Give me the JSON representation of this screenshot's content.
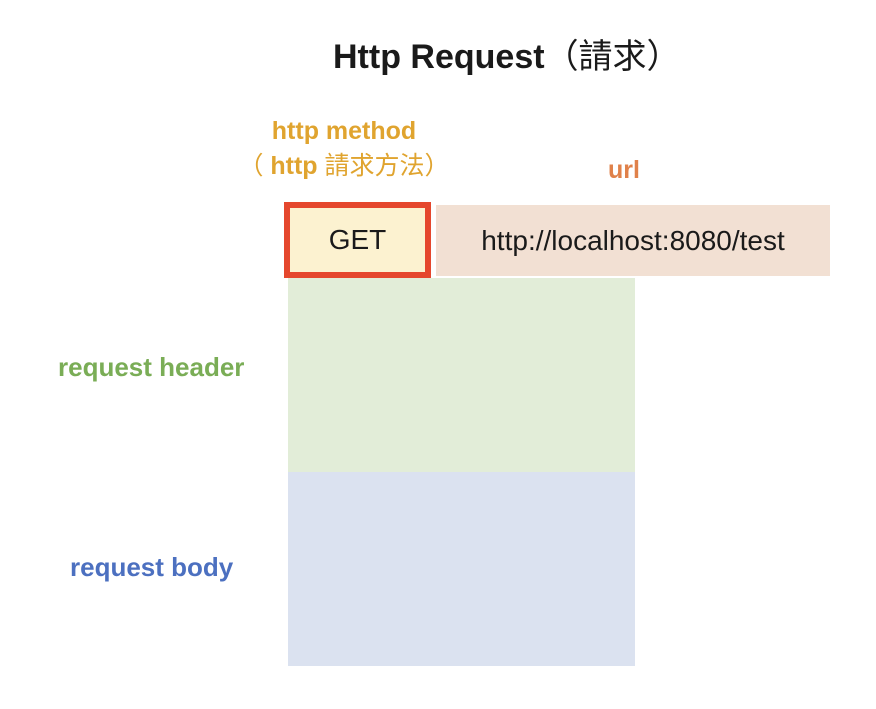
{
  "title": {
    "main": "Http Request",
    "annotation": "（請求）"
  },
  "labels": {
    "method": {
      "line1": "http method",
      "line2_prefix": "（ ",
      "line2_emphasis": "http",
      "line2_suffix": " 請求方法）"
    },
    "url": "url",
    "request_header": "request header",
    "request_body": "request body"
  },
  "request": {
    "method": "GET",
    "url": "http://localhost:8080/test"
  },
  "colors": {
    "method_label": "#E0A42F",
    "url_label": "#E0814A",
    "header_label": "#7AAD56",
    "body_label": "#4C70C0",
    "method_box_bg": "#FCF2D0",
    "method_box_border": "#E5472D",
    "url_box_bg": "#F2E0D3",
    "header_box_bg": "#E2EDD8",
    "body_box_bg": "#DBE2F0"
  }
}
